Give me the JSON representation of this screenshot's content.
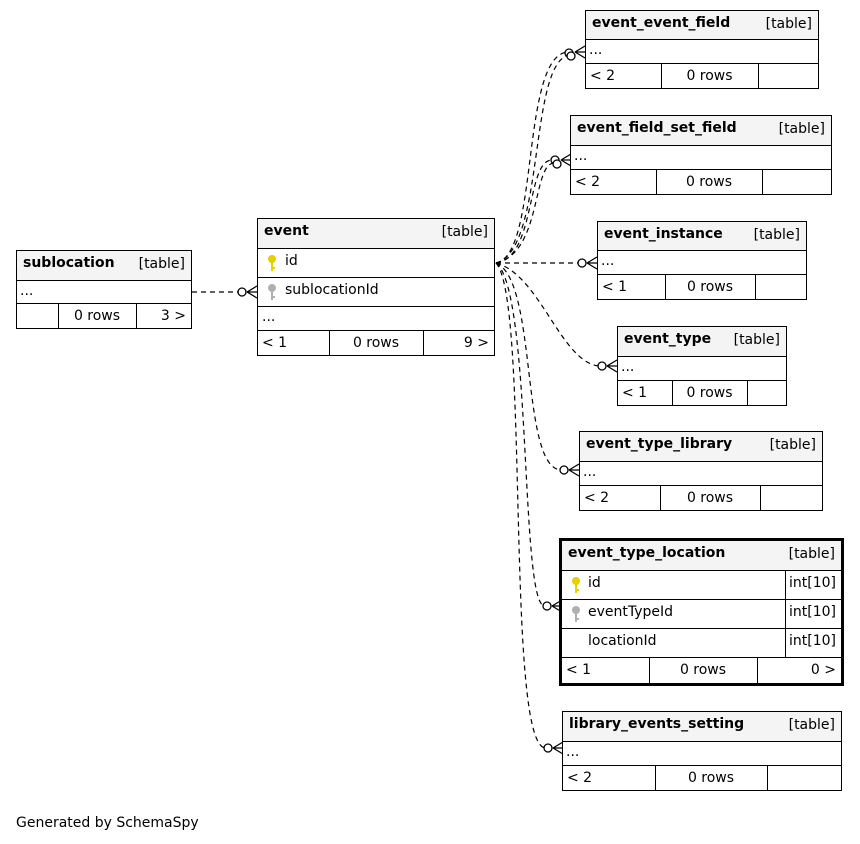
{
  "generated": "Generated by SchemaSpy",
  "colors": {
    "pk_key": "#e6d000",
    "fk_key": "#b0b0b0",
    "header_bg": "#f4f4f4"
  },
  "tables": {
    "sublocation": {
      "name": "sublocation",
      "kind": "[table]",
      "cols": "...",
      "parents": "",
      "rows": "0 rows",
      "children": "3 >"
    },
    "event": {
      "name": "event",
      "kind": "[table]",
      "col_id": "id",
      "col_sublocation": "sublocationId",
      "more": "...",
      "parents": "< 1",
      "rows": "0 rows",
      "children": "9 >"
    },
    "event_event_field": {
      "name": "event_event_field",
      "kind": "[table]",
      "cols": "...",
      "parents": "< 2",
      "rows": "0 rows",
      "children": ""
    },
    "event_field_set_field": {
      "name": "event_field_set_field",
      "kind": "[table]",
      "cols": "...",
      "parents": "< 2",
      "rows": "0 rows",
      "children": ""
    },
    "event_instance": {
      "name": "event_instance",
      "kind": "[table]",
      "cols": "...",
      "parents": "< 1",
      "rows": "0 rows",
      "children": ""
    },
    "event_type": {
      "name": "event_type",
      "kind": "[table]",
      "cols": "...",
      "parents": "< 1",
      "rows": "0 rows",
      "children": ""
    },
    "event_type_library": {
      "name": "event_type_library",
      "kind": "[table]",
      "cols": "...",
      "parents": "< 2",
      "rows": "0 rows",
      "children": ""
    },
    "event_type_location": {
      "name": "event_type_location",
      "kind": "[table]",
      "c1_name": "id",
      "c1_type": "int[10]",
      "c2_name": "eventTypeId",
      "c2_type": "int[10]",
      "c3_name": "locationId",
      "c3_type": "int[10]",
      "parents": "< 1",
      "rows": "0 rows",
      "children": "0 >"
    },
    "library_events_setting": {
      "name": "library_events_setting",
      "kind": "[table]",
      "cols": "...",
      "parents": "< 2",
      "rows": "0 rows",
      "children": ""
    }
  }
}
